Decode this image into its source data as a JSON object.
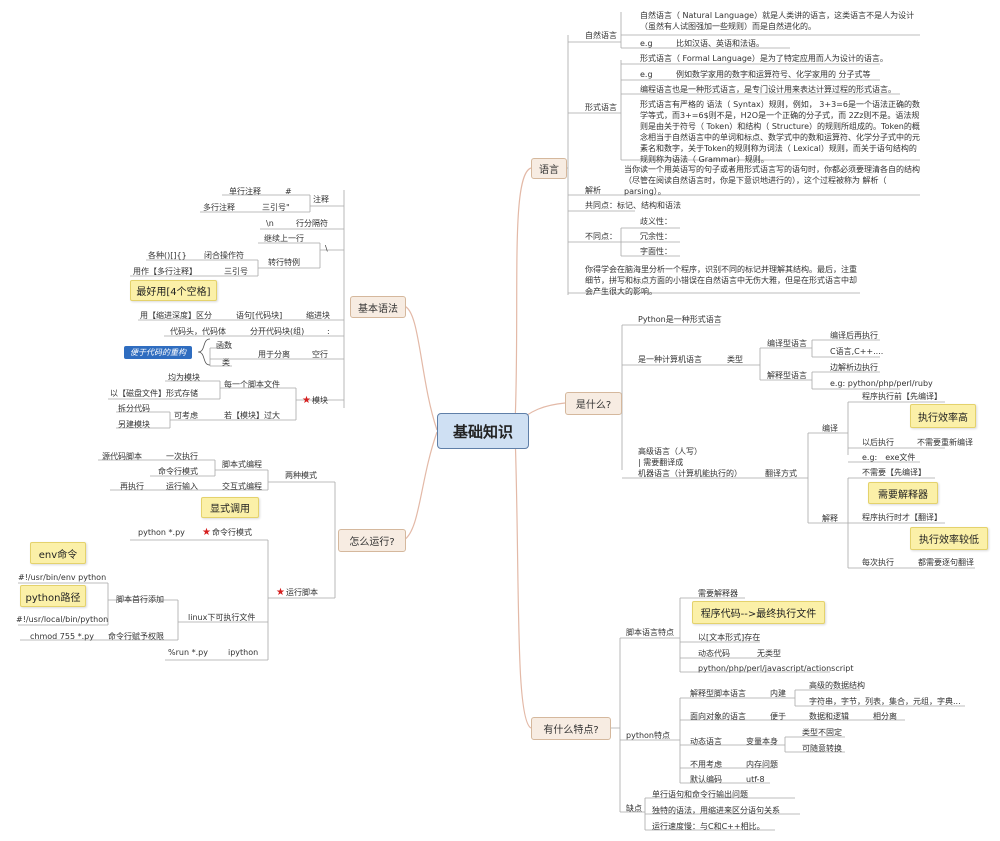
{
  "center": "基础知识",
  "branches": {
    "lang": "语言",
    "what": "是什么?",
    "syntax": "基本语法",
    "run": "怎么运行?",
    "features": "有什么特点?"
  },
  "lang": {
    "natural_label": "自然语言",
    "natural_desc": "自然语言（ Natural Language）就是人类讲的语言，这类语言不是人为设计（虽然有人试图强加一些规则）而是自然进化的。",
    "natural_eg_k": "e.g",
    "natural_eg_v": "比如汉语、英语和法语。",
    "formal_label": "形式语言",
    "formal_desc": "形式语言（ Formal Language）是为了特定应用而人为设计的语言。",
    "formal_eg_k": "e.g",
    "formal_eg_v": "例如数学家用的数字和运算符号、化学家用的 分子式等",
    "formal_prog": "编程语言也是一种形式语言，是专门设计用来表达计算过程的形式语言。",
    "formal_syntax": "形式语言有严格的 语法（ Syntax）规则，例如， 3+3=6是一个语法正确的数学等式，而3+=6$则不是，H2O是一个正确的分子式，而 2Zz则不是。语法规则是由关于符号（ Token）和结构（ Structure）的规则所组成的。Token的概念相当于自然语言中的单词和标点、数学式中的数和运算符、化学分子式中的元素名和数字，关于Token的规则称为词法（ Lexical）规则，而关于语句结构的规则称为语法（ Grammar）规则。",
    "parse_label": "解析",
    "parse_desc": "当你读一个用英语写的句子或者用形式语言写的语句时，你都必须要理清各自的结构（尽管在阅读自然语言时，你是下意识地进行的），这个过程被称为 解析（ parsing）。",
    "common": "共同点：标记、结构和语法",
    "diff_label": "不同点：",
    "diff_1": "歧义性：",
    "diff_2": "冗余性：",
    "diff_3": "字面性：",
    "summary": "你得学会在脑海里分析一个程序，识别不同的标记并理解其结构。最后，注重细节，拼写和标点方面的小错误在自然语言中无伤大雅，但是在形式语言中却会产生很大的影响。"
  },
  "what": {
    "formal": "Python是一种形式语言",
    "computer": "是一种计算机语言",
    "type": "类型",
    "compiled": "编译型语言",
    "compiled_1": "编译后再执行",
    "compiled_2": "C语言,C++....",
    "interp": "解释型语言",
    "interp_1": "边解析边执行",
    "interp_2": "e.g: python/php/perl/ruby",
    "high_level": "高级语言（人写）\n| 需要翻译成\n机器语言（计算机能执行的）",
    "translate": "翻译方式",
    "compile": "编译",
    "compile_1": "程序执行前【先编译】",
    "compile_fast": "执行效率高",
    "compile_2": "以后执行",
    "compile_3": "不需要重新编译",
    "compile_eg": "e.g:　exe文件",
    "explain": "解释",
    "explain_1": "不需要【先编译】",
    "explain_need": "需要解释器",
    "explain_2": "程序执行时才【翻译】",
    "explain_slow": "执行效率较低",
    "explain_3": "每次执行",
    "explain_4": "都需要逐句翻译"
  },
  "syntax": {
    "comment": "注释",
    "single": "单行注释",
    "hash": "#",
    "multi": "多行注释",
    "triple": "三引号\"",
    "newline_k": "\\n",
    "newline_v": "行分隔符",
    "backslash": "\\",
    "continue": "继续上一行",
    "escape": "转行特例",
    "close_op": "闭合操作符",
    "brackets": "各种()[]{}",
    "as_comment": "用作【多行注释】",
    "triple2": "三引号",
    "indent_note": "最好用[4个空格]",
    "indent_use": "用【缩进深度】区分",
    "code_group": "语句[代码块]",
    "indent_block": "缩进块",
    "header": "代码头，代码体",
    "colon_sep": "分开代码块(组)",
    "colon": ":",
    "refactor": "便于代码的重构",
    "func": "函数",
    "class": "类",
    "sep_use": "用于分离",
    "blank": "空行",
    "module": "模块",
    "each_file": "每一个脚本文件",
    "as_module": "均为模块",
    "disk_file": "以【磁盘文件】形式存储",
    "consider": "可考虑",
    "too_big": "若【模块】过大",
    "split": "拆分代码",
    "another": "另建模块"
  },
  "run": {
    "two_modes": "两种模式",
    "script_prog": "脚本式编程",
    "source_script": "源代码脚本",
    "one_exec": "一次执行",
    "cmd_mode": "命令行模式",
    "interactive": "交互式编程",
    "run_again": "再执行",
    "run_input": "运行输入",
    "explicit": "显式调用",
    "cmd_mode2": "命令行模式",
    "python_py": "python *.py",
    "run_script": "运行脚本",
    "env_cmd": "env命令",
    "env_path": "#!/usr/bin/env python",
    "py_path": "python路径",
    "local_path": "#!/usr/local/bin/python",
    "first_line": "脚本首行添加",
    "linux_exec": "linux下可执行文件",
    "chmod": "chmod 755 *.py",
    "chmod_desc": "命令行赋予权限",
    "run_ipy": "%run *.py",
    "ipython": "ipython"
  },
  "features": {
    "script_feat": "脚本语言特点",
    "need_interp": "需要解释器",
    "flow_note": "程序代码-->最终执行文件",
    "text_form": "以[文本形式]存在",
    "dynamic": "动态代码",
    "no_type": "无类型",
    "langs": "python/php/perl/javascript/actionscript",
    "py_feat": "python特点",
    "interp_script": "解释型脚本语言",
    "builtin": "内建",
    "hl_data": "高级的数据结构",
    "data_types": "字符串，字节，列表，集合，元组，字典...",
    "oop": "面向对象的语言",
    "convenient": "便于",
    "data_logic": "数据和逻辑",
    "separate": "相分离",
    "dyn_lang": "动态语言",
    "var_self": "变量本身",
    "type_unfixed": "类型不固定",
    "convertible": "可随意转换",
    "no_consider": "不用考虑",
    "memory": "内存问题",
    "default_enc": "默认编码",
    "utf8": "utf-8",
    "cons": "缺点",
    "cons_1": "单行语句和命令行输出问题",
    "cons_2": "独特的语法，用缩进来区分语句关系",
    "cons_3": "运行速度慢：与C和C++相比。"
  }
}
